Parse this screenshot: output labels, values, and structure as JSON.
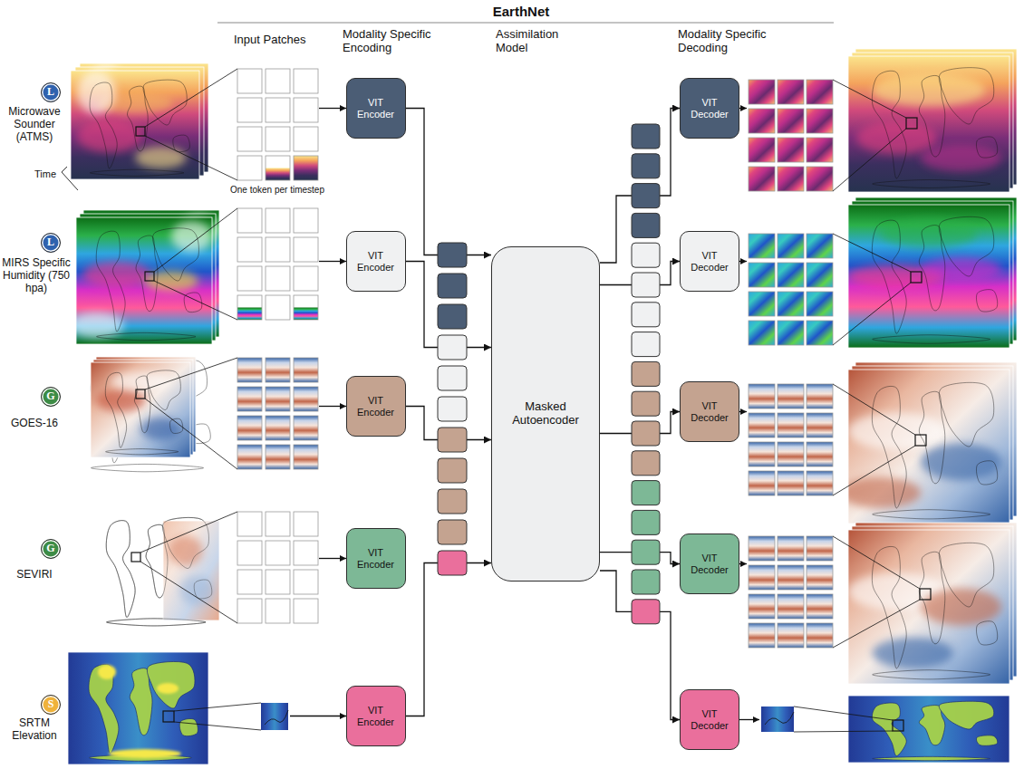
{
  "diagram": {
    "title": "EarthNet",
    "nodes": [
      {
        "text": [
          "L"
        ]
      },
      {
        "text": [
          "L"
        ]
      },
      {
        "text": [
          "G"
        ]
      },
      {
        "text": [
          "G"
        ]
      },
      {
        "text": [
          "S"
        ]
      },
      {
        "text": [
          "VIT Encoder"
        ]
      },
      {
        "text": [
          "VIT Encoder"
        ]
      },
      {
        "text": [
          "VIT Encoder"
        ]
      },
      {
        "text": [
          "VIT Encoder"
        ]
      },
      {
        "text": [
          "VIT Encoder"
        ]
      },
      {
        "text": [
          "Masked Autoencoder"
        ]
      },
      {
        "text": [
          "VIT Decoder"
        ]
      },
      {
        "text": [
          "VIT Decoder"
        ]
      },
      {
        "text": [
          "VIT Decoder"
        ]
      },
      {
        "text": [
          "VIT Decoder"
        ]
      },
      {
        "text": [
          "VIT Decoder"
        ]
      }
    ],
    "edges": [
      {
        "from": 5,
        "to": 10,
        "arrow": "to"
      },
      {
        "from": 6,
        "to": 10,
        "arrow": "to"
      },
      {
        "from": 7,
        "to": 10,
        "arrow": "to"
      },
      {
        "from": 9,
        "to": 10,
        "arrow": "to"
      },
      {
        "from": 10,
        "to": 11,
        "arrow": "to"
      },
      {
        "from": 10,
        "to": 12,
        "arrow": "to"
      },
      {
        "from": 10,
        "to": 13,
        "arrow": "to"
      },
      {
        "from": 10,
        "to": 14,
        "arrow": "to"
      },
      {
        "from": 10,
        "to": 15,
        "arrow": "to"
      }
    ],
    "labels": [
      "Input Patches",
      "Modality Specific Encoding",
      "Assimilation Model",
      "Modality Specific Decoding",
      "Microwave Sounder (ATMS)",
      "MIRS Specific Humidity (750 hpa)",
      "GOES-16",
      "SEVIRI",
      "SRTM Elevation",
      "Time",
      "One token per timestep"
    ]
  }
}
